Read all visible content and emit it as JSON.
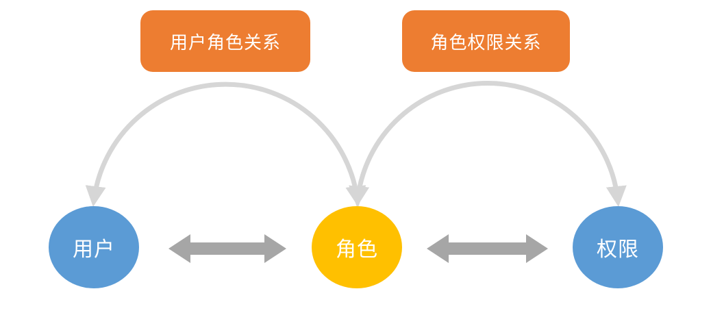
{
  "diagram": {
    "relation_boxes": [
      {
        "id": "user-role",
        "label": "用户角色关系"
      },
      {
        "id": "role-permission",
        "label": "角色权限关系"
      }
    ],
    "nodes": [
      {
        "id": "user",
        "label": "用户"
      },
      {
        "id": "role",
        "label": "角色"
      },
      {
        "id": "permission",
        "label": "权限"
      }
    ],
    "colors": {
      "relation_box_fill": "#ED7D31",
      "node_user_fill": "#5B9BD5",
      "node_role_fill": "#FFC000",
      "node_permission_fill": "#5B9BD5",
      "arc_stroke": "#D6D6D6",
      "double_arrow_fill": "#A6A6A6",
      "label_text": "#FFFFFF",
      "background": "#FFFFFF"
    }
  }
}
